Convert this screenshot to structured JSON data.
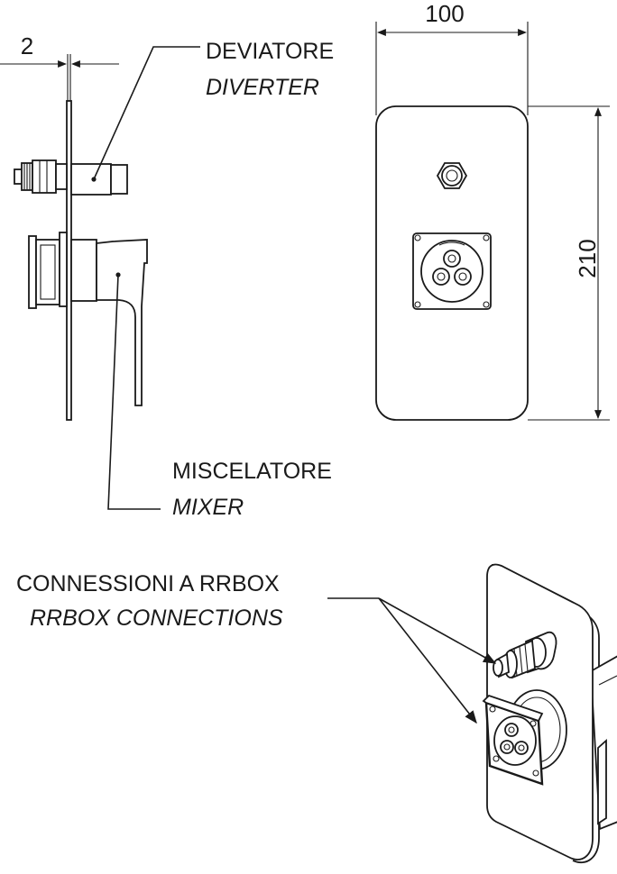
{
  "dimensions": {
    "thickness": "2",
    "width": "100",
    "height": "210"
  },
  "labels": {
    "diverter_it": "DEVIATORE",
    "diverter_en": "DIVERTER",
    "mixer_it": "MISCELATORE",
    "mixer_en": "MIXER",
    "connections_it": "CONNESSIONI A RRBOX",
    "connections_en": "RRBOX CONNECTIONS"
  }
}
